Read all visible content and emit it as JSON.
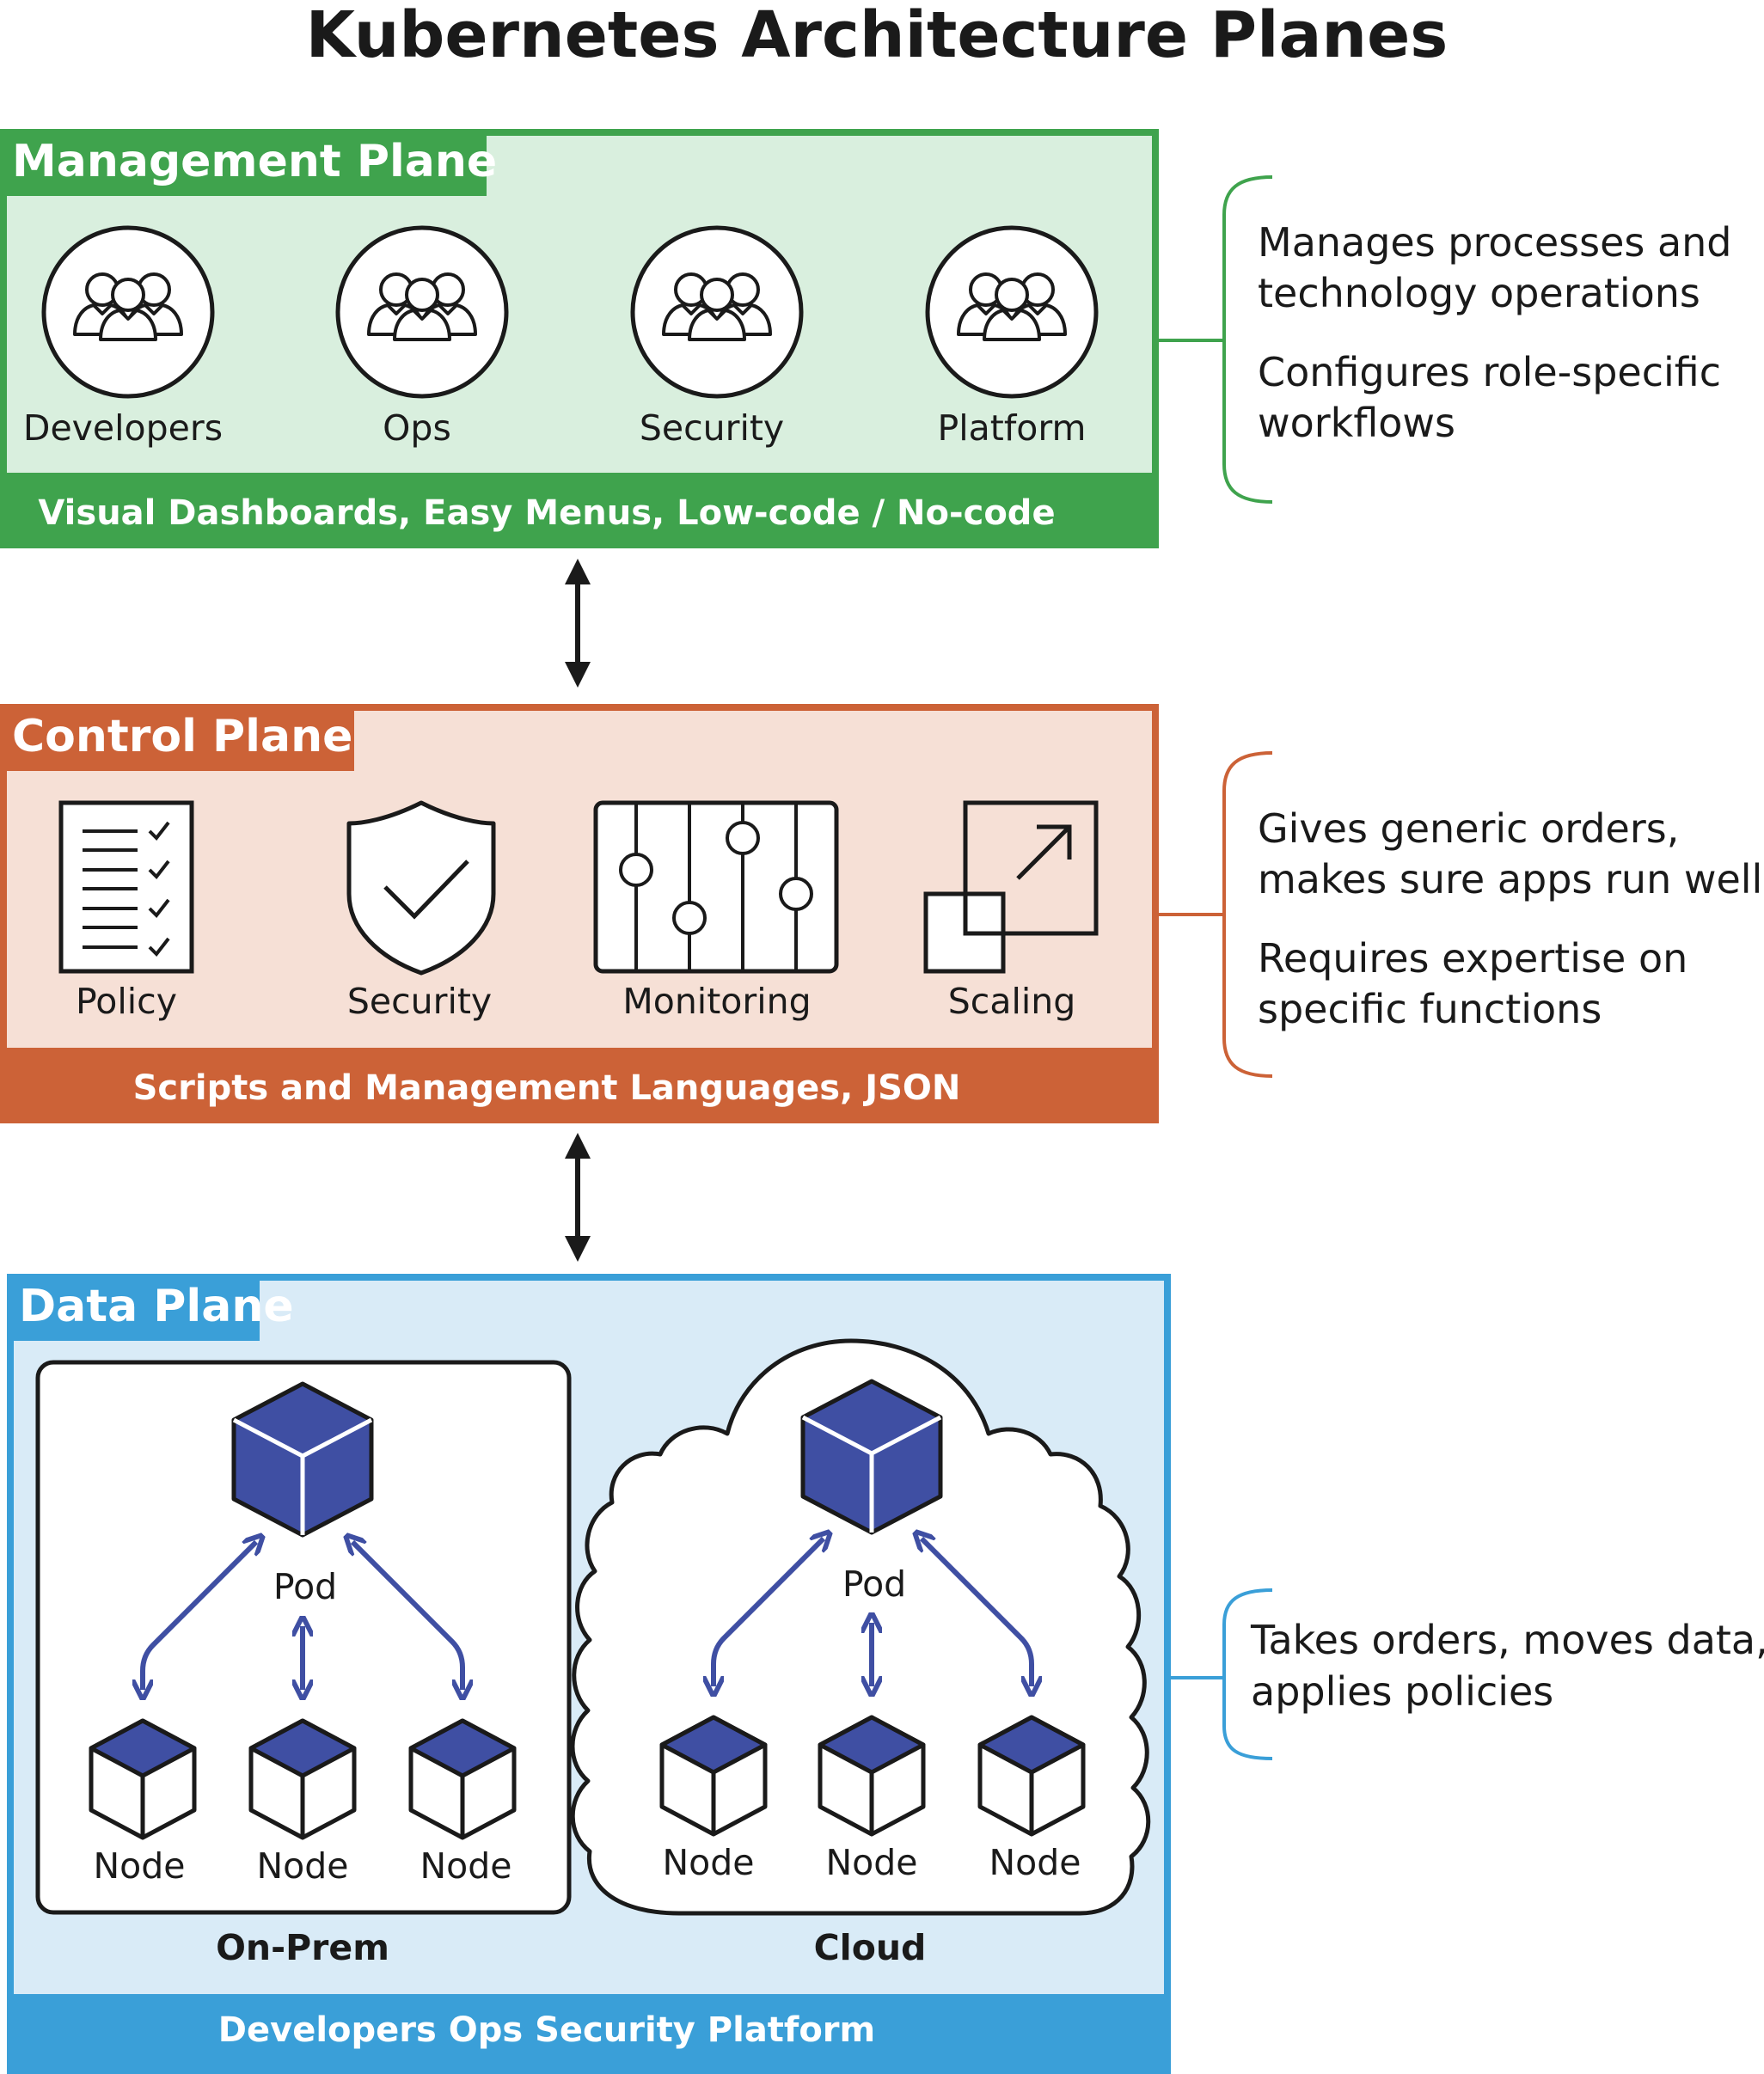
{
  "title": "Kubernetes Architecture Planes",
  "colors": {
    "management": "#3fa34d",
    "management_bg": "#d9efde",
    "control": "#cc6237",
    "control_bg": "#f6e0d6",
    "data": "#3a9fd8",
    "data_bg": "#d9ebf7",
    "cube": "#3f4fa3",
    "ink": "#1a1a1a"
  },
  "management_plane": {
    "title": "Management Plane",
    "items": [
      {
        "label": "Developers",
        "icon": "people-group-icon"
      },
      {
        "label": "Ops",
        "icon": "people-group-icon"
      },
      {
        "label": "Security",
        "icon": "people-group-icon"
      },
      {
        "label": "Platform",
        "icon": "people-group-icon"
      }
    ],
    "footer": "Visual Dashboards, Easy Menus, Low-code / No-code",
    "notes": [
      "Manages processes and",
      "technology operations",
      "Configures role-specific",
      "workflows"
    ]
  },
  "control_plane": {
    "title": "Control Plane",
    "items": [
      {
        "label": "Policy",
        "icon": "checklist-icon"
      },
      {
        "label": "Security",
        "icon": "shield-check-icon"
      },
      {
        "label": "Monitoring",
        "icon": "sliders-icon"
      },
      {
        "label": "Scaling",
        "icon": "scale-up-icon"
      }
    ],
    "footer": "Scripts and Management Languages, JSON",
    "notes": [
      "Gives generic orders,",
      "makes sure apps run well",
      "Requires expertise on",
      "specific functions"
    ]
  },
  "data_plane": {
    "title": "Data Plane",
    "on_prem": {
      "label": "On-Prem",
      "pod": "Pod",
      "nodes": [
        "Node",
        "Node",
        "Node"
      ]
    },
    "cloud": {
      "label": "Cloud",
      "pod": "Pod",
      "nodes": [
        "Node",
        "Node",
        "Node"
      ]
    },
    "footer": "Developers Ops Security Platform",
    "notes": [
      "Takes orders, moves data,",
      "applies policies"
    ]
  }
}
